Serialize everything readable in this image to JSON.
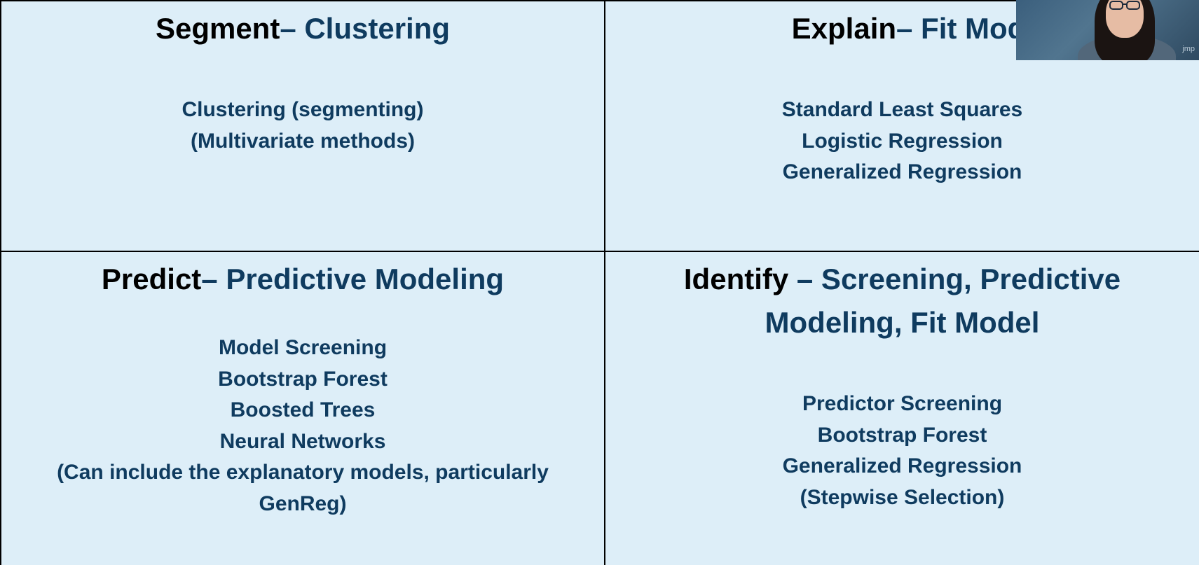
{
  "quadrants": {
    "segment": {
      "lead": "Segment",
      "rest": "– Clustering",
      "items": [
        "Clustering (segmenting)",
        "(Multivariate methods)"
      ]
    },
    "explain": {
      "lead": "Explain",
      "rest": "– Fit Mod",
      "items": [
        "Standard Least Squares",
        "Logistic Regression",
        "Generalized Regression"
      ]
    },
    "predict": {
      "lead": "Predict",
      "rest": "– Predictive Modeling",
      "items": [
        "Model Screening",
        "Bootstrap Forest",
        "Boosted Trees",
        "Neural Networks",
        "(Can include the explanatory models, particularly",
        "GenReg)"
      ]
    },
    "identify": {
      "lead": "Identify",
      "rest": " – Screening, Predictive",
      "rest_line2": "Modeling, Fit Model",
      "items": [
        "Predictor Screening",
        "Bootstrap Forest",
        "Generalized Regression",
        "(Stepwise Selection)"
      ]
    }
  },
  "webcam": {
    "watermark": "jmp"
  },
  "colors": {
    "background": "#ddeef8",
    "heading_accent": "#0f3b5f",
    "heading_lead": "#000000",
    "grid_lines": "#000000"
  }
}
